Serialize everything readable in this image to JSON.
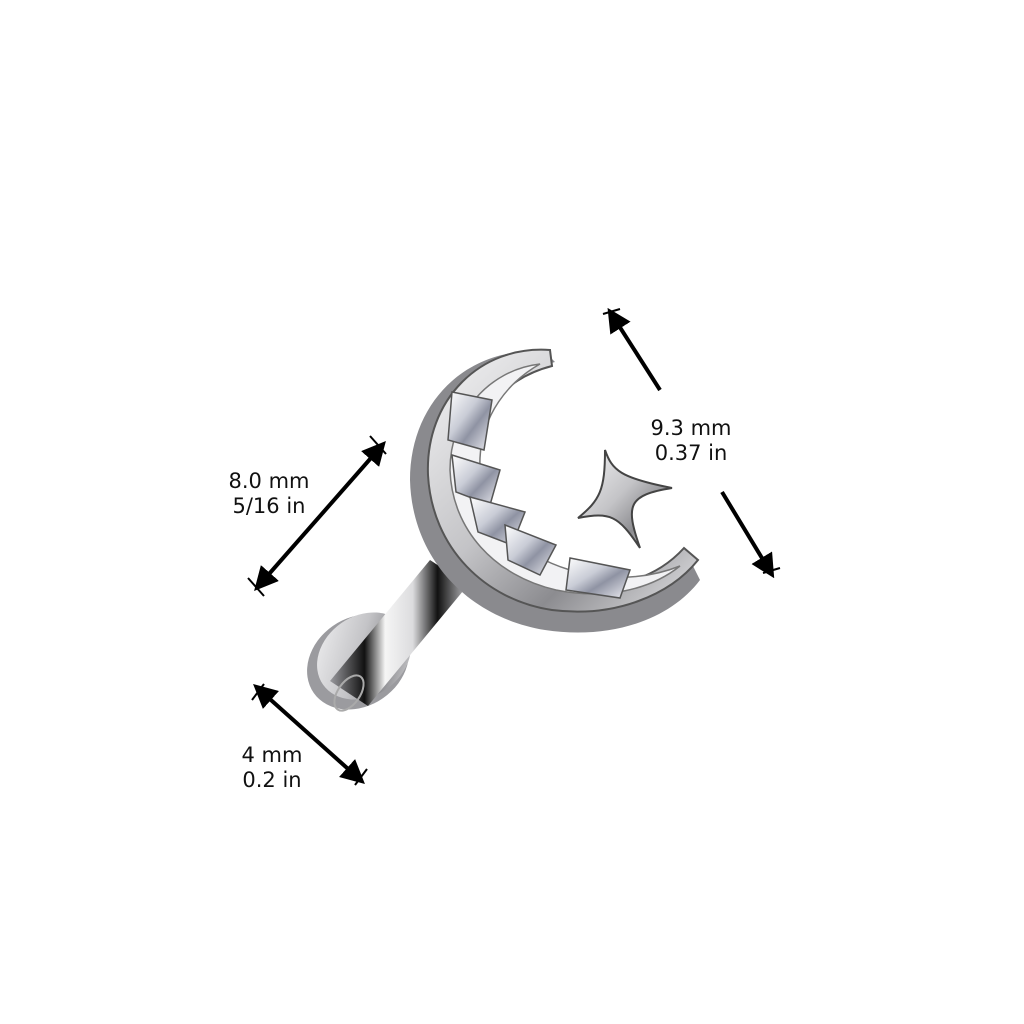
{
  "product": {
    "description": "Crescent moon and star labret stud with baguette crystals",
    "colors": {
      "metal": "#c9c9cb",
      "metal_dark": "#7a7a7e",
      "ink": "#000000",
      "background": "#ffffff"
    }
  },
  "dimensions": {
    "top_width": {
      "metric": "8.0 mm",
      "imperial": "5/16 in"
    },
    "top_height": {
      "metric": "9.3 mm",
      "imperial": "0.37 in"
    },
    "disc": {
      "metric": "4 mm",
      "imperial": "0.2 in"
    }
  },
  "icons": {
    "arrow": "double-arrow-icon"
  }
}
